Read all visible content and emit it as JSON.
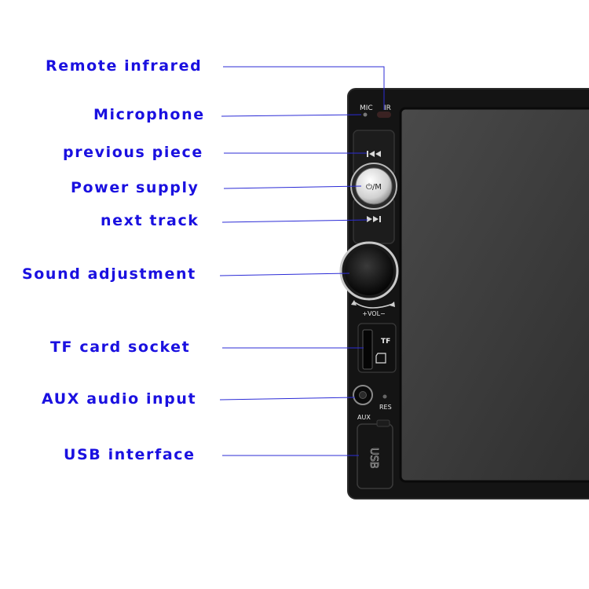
{
  "callouts": [
    {
      "id": "remote-infrared",
      "label": "Remote infrared"
    },
    {
      "id": "microphone",
      "label": "Microphone"
    },
    {
      "id": "previous-piece",
      "label": "previous piece"
    },
    {
      "id": "power-supply",
      "label": "Power supply"
    },
    {
      "id": "next-track",
      "label": "next track"
    },
    {
      "id": "sound-adjustment",
      "label": "Sound adjustment"
    },
    {
      "id": "tf-card-socket",
      "label": "TF card socket"
    },
    {
      "id": "aux-audio-input",
      "label": "AUX audio input"
    },
    {
      "id": "usb-interface",
      "label": "USB interface"
    }
  ],
  "panel": {
    "mic_label": "MIC",
    "ir_label": "IR",
    "power_label": "⏻/M",
    "vol_label": "+VOL−",
    "tf_label": "TF",
    "res_label": "RES",
    "aux_label": "AUX",
    "usb_label": "USB"
  },
  "colors": {
    "label": "#1a10e0",
    "leader_line": "#2b2bd6",
    "device_body": "#111111",
    "screen": "#3b3b3b"
  }
}
